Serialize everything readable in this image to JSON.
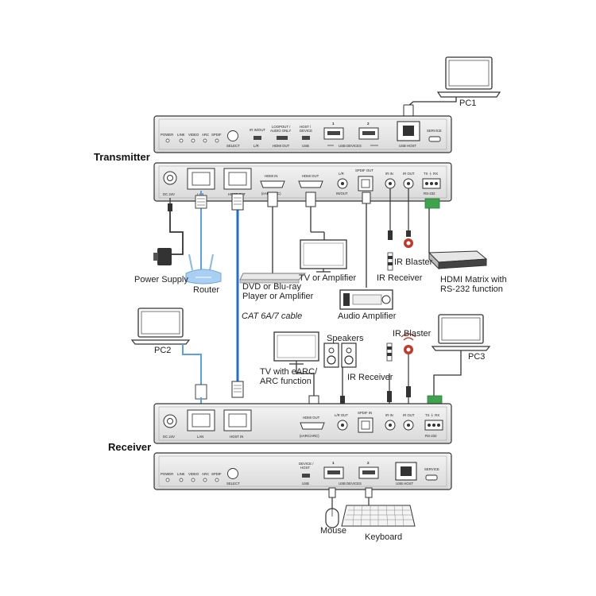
{
  "units": {
    "transmitter": "Transmitter",
    "receiver": "Receiver"
  },
  "computers": {
    "pc1": "PC1",
    "pc2": "PC2",
    "pc3": "PC3"
  },
  "tx_front": {
    "leds": [
      "POWER",
      "LINK",
      "VIDEO",
      "ARC",
      "SPDIF"
    ],
    "select": "SELECT",
    "ir_in_out": "IR IN/OUT",
    "lr": "L/R",
    "loopout_1": "LOOPOUT /",
    "loopout_2": "AUDIO ONLY",
    "hdmi_out": "HDMI OUT",
    "host_device_1": "HOST /",
    "host_device_2": "DEVICE",
    "usb": "USB",
    "usb1": "1",
    "usb2": "2",
    "usb_devices": "USB DEVICES",
    "usb_host": "USB HOST",
    "service": "SERVICE"
  },
  "tx_rear": {
    "dc": "DC 24V",
    "lan": "LAN",
    "host_out": "HOST OUT",
    "hdmi_in": "HDMI IN",
    "earc": "(eARC/ARC)",
    "hdmi_out": "HDMI OUT",
    "lr": "L/R",
    "in_out": "IN/OUT",
    "spdif_out": "SPDIF OUT",
    "ir_in": "IR IN",
    "ir_out": "IR OUT",
    "tx_rx": "TX ⏚ RX",
    "rs232": "RS-232"
  },
  "rx_rear": {
    "dc": "DC 24V",
    "lan": "LAN",
    "host_in": "HOST IN",
    "hdmi_out": "HDMI OUT",
    "earc": "(eARC/ARC)",
    "lr_out": "L/R OUT",
    "spdif_in": "SPDIF IN",
    "ir_in": "IR IN",
    "ir_out": "IR OUT",
    "tx_rx": "TX ⏚ RX",
    "rs232": "RS-232"
  },
  "rx_front": {
    "leds": [
      "POWER",
      "LINK",
      "VIDEO",
      "ARC",
      "SPDIF"
    ],
    "select": "SELECT",
    "device_host_1": "DEVICE /",
    "device_host_2": "HOST",
    "usb": "USB",
    "usb1": "1",
    "usb2": "2",
    "usb_devices": "USB DEVICES",
    "usb_host": "USB HOST",
    "service": "SERVICE"
  },
  "labels": {
    "power_supply": "Power Supply",
    "router": "Router",
    "dvd_1": "DVD or Blu-ray",
    "dvd_2": "Player or Amplifier",
    "cat_cable": "CAT 6A/7 cable",
    "tv_amp": "TV or Amplifier",
    "ir_blaster_tx": "IR Blaster",
    "ir_receiver_tx": "IR Receiver",
    "matrix_1": "HDMI Matrix with",
    "matrix_2": "RS-232 function",
    "audio_amp": "Audio Amplifier",
    "speakers": "Speakers",
    "ir_blaster_rx": "IR Blaster",
    "tv_earc_1": "TV with eARC/",
    "tv_earc_2": "ARC function",
    "ir_receiver_rx": "IR Receiver",
    "mouse": "Mouse",
    "keyboard": "Keyboard"
  },
  "colors": {
    "cat_cable": "#1f6fd1",
    "lan_cable": "#5aa0e6",
    "ir_blaster": "#c0392b",
    "rs232_plug": "#3fa34d"
  }
}
